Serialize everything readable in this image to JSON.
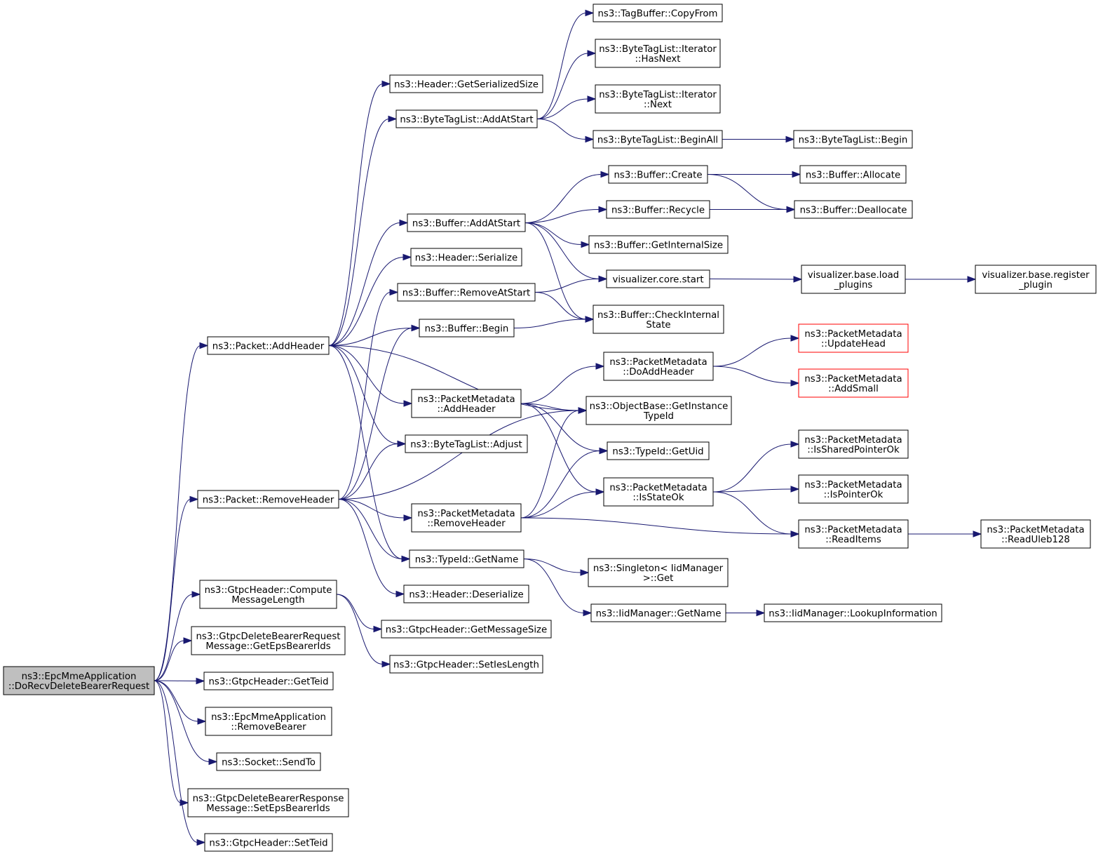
{
  "nodes": {
    "root": [
      "ns3::EpcMmeApplication",
      "::DoRecvDeleteBearerRequest"
    ],
    "addHeader": [
      "ns3::Packet::AddHeader"
    ],
    "removeHeader": [
      "ns3::Packet::RemoveHeader"
    ],
    "computeMsgLen": [
      "ns3::GtpcHeader::Compute",
      "MessageLength"
    ],
    "getEpsBearerIds": [
      "ns3::GtpcDeleteBearerRequest",
      "Message::GetEpsBearerIds"
    ],
    "getTeid": [
      "ns3::GtpcHeader::GetTeid"
    ],
    "removeBearer": [
      "ns3::EpcMmeApplication",
      "::RemoveBearer"
    ],
    "sendTo": [
      "ns3::Socket::SendTo"
    ],
    "setEpsBearerIds": [
      "ns3::GtpcDeleteBearerResponse",
      "Message::SetEpsBearerIds"
    ],
    "setTeid": [
      "ns3::GtpcHeader::SetTeid"
    ],
    "hdrGetSerializedSize": [
      "ns3::Header::GetSerializedSize"
    ],
    "btlAddAtStart": [
      "ns3::ByteTagList::AddAtStart"
    ],
    "bufAddAtStart": [
      "ns3::Buffer::AddAtStart"
    ],
    "hdrSerialize": [
      "ns3::Header::Serialize"
    ],
    "bufRemoveAtStart": [
      "ns3::Buffer::RemoveAtStart"
    ],
    "bufBegin": [
      "ns3::Buffer::Begin"
    ],
    "pmAddHeader": [
      "ns3::PacketMetadata",
      "::AddHeader"
    ],
    "btlAdjust": [
      "ns3::ByteTagList::Adjust"
    ],
    "pmRemoveHeader": [
      "ns3::PacketMetadata",
      "::RemoveHeader"
    ],
    "typeIdGetName": [
      "ns3::TypeId::GetName"
    ],
    "hdrDeserialize": [
      "ns3::Header::Deserialize"
    ],
    "gtpcGetMessageSize": [
      "ns3::GtpcHeader::GetMessageSize"
    ],
    "gtpcSetIesLength": [
      "ns3::GtpcHeader::SetIesLength"
    ],
    "tagBufCopyFrom": [
      "ns3::TagBuffer::CopyFrom"
    ],
    "btlIterHasNext": [
      "ns3::ByteTagList::Iterator",
      "::HasNext"
    ],
    "btlIterNext": [
      "ns3::ByteTagList::Iterator",
      "::Next"
    ],
    "btlBeginAll": [
      "ns3::ByteTagList::BeginAll"
    ],
    "bufCreate": [
      "ns3::Buffer::Create"
    ],
    "bufRecycle": [
      "ns3::Buffer::Recycle"
    ],
    "bufGetInternalSize": [
      "ns3::Buffer::GetInternalSize"
    ],
    "visCoreStart": [
      "visualizer.core.start"
    ],
    "bufCheckInternalState": [
      "ns3::Buffer::CheckInternal",
      "State"
    ],
    "pmDoAddHeader": [
      "ns3::PacketMetadata",
      "::DoAddHeader"
    ],
    "objGetInstanceTypeId": [
      "ns3::ObjectBase::GetInstance",
      "TypeId"
    ],
    "typeIdGetUid": [
      "ns3::TypeId::GetUid"
    ],
    "pmIsStateOk": [
      "ns3::PacketMetadata",
      "::IsStateOk"
    ],
    "singletonGet": [
      "ns3::Singleton< IidManager",
      ">::Get"
    ],
    "iidGetName": [
      "ns3::IidManager::GetName"
    ],
    "btlBegin": [
      "ns3::ByteTagList::Begin"
    ],
    "bufAllocate": [
      "ns3::Buffer::Allocate"
    ],
    "bufDeallocate": [
      "ns3::Buffer::Deallocate"
    ],
    "visBaseLoadPlugins": [
      "visualizer.base.load",
      "_plugins"
    ],
    "visBaseRegisterPlugin": [
      "visualizer.base.register",
      "_plugin"
    ],
    "pmUpdateHead": [
      "ns3::PacketMetadata",
      "::UpdateHead"
    ],
    "pmAddSmall": [
      "ns3::PacketMetadata",
      "::AddSmall"
    ],
    "pmIsSharedPointerOk": [
      "ns3::PacketMetadata",
      "::IsSharedPointerOk"
    ],
    "pmIsPointerOk": [
      "ns3::PacketMetadata",
      "::IsPointerOk"
    ],
    "pmReadItems": [
      "ns3::PacketMetadata",
      "::ReadItems"
    ],
    "pmReadUleb128": [
      "ns3::PacketMetadata",
      "::ReadUleb128"
    ],
    "iidLookupInformation": [
      "ns3::IidManager::LookupInformation"
    ]
  },
  "node_styles": {
    "root": "root",
    "pmUpdateHead": "red",
    "pmAddSmall": "red"
  },
  "edges": [
    [
      "root",
      "addHeader"
    ],
    [
      "root",
      "removeHeader"
    ],
    [
      "root",
      "computeMsgLen"
    ],
    [
      "root",
      "getEpsBearerIds"
    ],
    [
      "root",
      "getTeid"
    ],
    [
      "root",
      "removeBearer"
    ],
    [
      "root",
      "sendTo"
    ],
    [
      "root",
      "setEpsBearerIds"
    ],
    [
      "root",
      "setTeid"
    ],
    [
      "addHeader",
      "hdrGetSerializedSize"
    ],
    [
      "addHeader",
      "btlAddAtStart"
    ],
    [
      "addHeader",
      "bufAddAtStart"
    ],
    [
      "addHeader",
      "hdrSerialize"
    ],
    [
      "addHeader",
      "bufBegin"
    ],
    [
      "addHeader",
      "pmAddHeader"
    ],
    [
      "addHeader",
      "btlAdjust"
    ],
    [
      "addHeader",
      "objGetInstanceTypeId"
    ],
    [
      "addHeader",
      "typeIdGetName"
    ],
    [
      "removeHeader",
      "bufRemoveAtStart"
    ],
    [
      "removeHeader",
      "bufBegin"
    ],
    [
      "removeHeader",
      "btlAdjust"
    ],
    [
      "removeHeader",
      "objGetInstanceTypeId"
    ],
    [
      "removeHeader",
      "pmRemoveHeader"
    ],
    [
      "removeHeader",
      "typeIdGetName"
    ],
    [
      "removeHeader",
      "hdrDeserialize"
    ],
    [
      "computeMsgLen",
      "gtpcGetMessageSize"
    ],
    [
      "computeMsgLen",
      "gtpcSetIesLength"
    ],
    [
      "btlAddAtStart",
      "tagBufCopyFrom"
    ],
    [
      "btlAddAtStart",
      "btlIterHasNext"
    ],
    [
      "btlAddAtStart",
      "btlIterNext"
    ],
    [
      "btlAddAtStart",
      "btlBeginAll"
    ],
    [
      "btlBeginAll",
      "btlBegin"
    ],
    [
      "bufAddAtStart",
      "bufCreate"
    ],
    [
      "bufAddAtStart",
      "bufRecycle"
    ],
    [
      "bufAddAtStart",
      "bufGetInternalSize"
    ],
    [
      "bufAddAtStart",
      "visCoreStart"
    ],
    [
      "bufAddAtStart",
      "bufCheckInternalState"
    ],
    [
      "bufCreate",
      "bufAllocate"
    ],
    [
      "bufCreate",
      "bufDeallocate"
    ],
    [
      "bufRecycle",
      "bufDeallocate"
    ],
    [
      "bufRemoveAtStart",
      "visCoreStart"
    ],
    [
      "bufRemoveAtStart",
      "bufCheckInternalState"
    ],
    [
      "bufBegin",
      "bufCheckInternalState"
    ],
    [
      "visCoreStart",
      "visBaseLoadPlugins"
    ],
    [
      "visBaseLoadPlugins",
      "visBaseRegisterPlugin"
    ],
    [
      "pmAddHeader",
      "pmDoAddHeader"
    ],
    [
      "pmAddHeader",
      "objGetInstanceTypeId"
    ],
    [
      "pmAddHeader",
      "typeIdGetUid"
    ],
    [
      "pmAddHeader",
      "pmIsStateOk"
    ],
    [
      "pmDoAddHeader",
      "pmUpdateHead"
    ],
    [
      "pmDoAddHeader",
      "pmAddSmall"
    ],
    [
      "pmRemoveHeader",
      "objGetInstanceTypeId"
    ],
    [
      "pmRemoveHeader",
      "typeIdGetUid"
    ],
    [
      "pmRemoveHeader",
      "pmIsStateOk"
    ],
    [
      "pmRemoveHeader",
      "pmReadItems"
    ],
    [
      "pmIsStateOk",
      "pmIsSharedPointerOk"
    ],
    [
      "pmIsStateOk",
      "pmIsPointerOk"
    ],
    [
      "pmIsStateOk",
      "pmReadItems"
    ],
    [
      "pmReadItems",
      "pmReadUleb128"
    ],
    [
      "typeIdGetName",
      "singletonGet"
    ],
    [
      "typeIdGetName",
      "iidGetName"
    ],
    [
      "iidGetName",
      "iidLookupInformation"
    ]
  ]
}
